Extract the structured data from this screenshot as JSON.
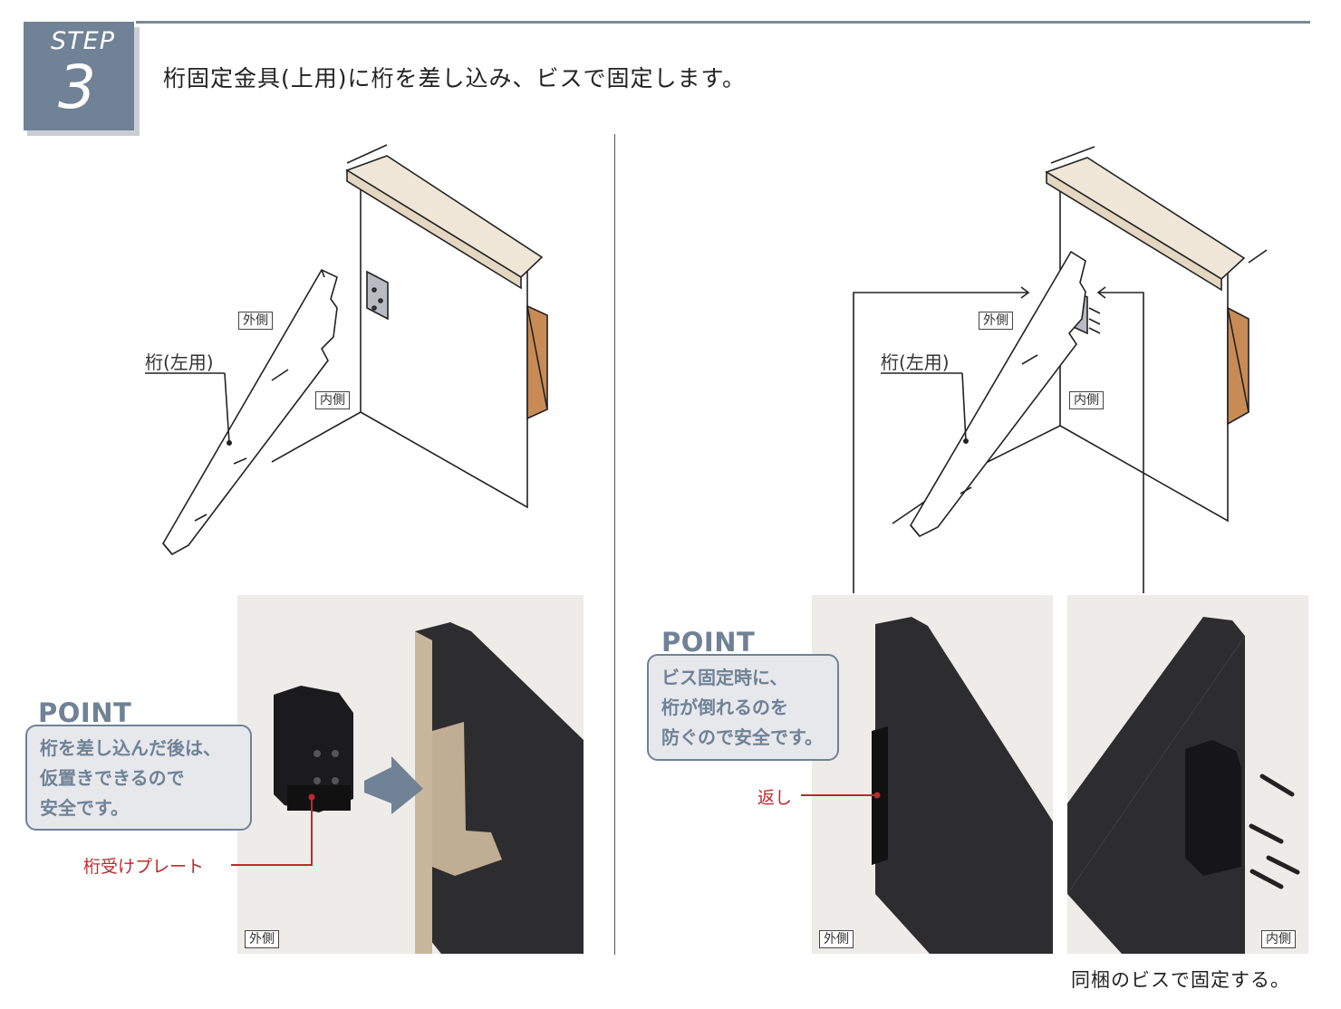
{
  "header": {
    "step_word": "STEP",
    "step_number": "3",
    "title": "桁固定金具(上用)に桁を差し込み、ビスで固定します。"
  },
  "labels": {
    "outer": "外側",
    "inner": "内側",
    "stringer_left": "桁(左用)"
  },
  "left_point": {
    "title": "POINT",
    "lines": [
      "桁を差し込んだ後は、",
      "仮置きできるので",
      "安全です。"
    ],
    "callout": "桁受けプレート"
  },
  "right_point": {
    "title": "POINT",
    "lines": [
      "ビス固定時に、",
      "桁が倒れるのを",
      "防ぐので安全です。"
    ],
    "callout": "返し"
  },
  "caption": "同梱のビスで固定する。",
  "colors": {
    "accent": "#6f8296",
    "callout_red": "#c0282d"
  }
}
